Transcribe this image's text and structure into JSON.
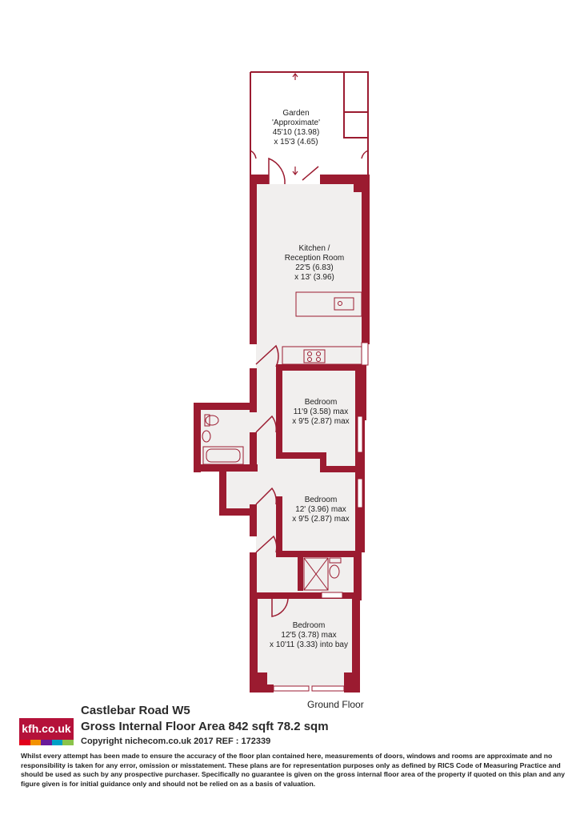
{
  "rooms": [
    {
      "id": "garden",
      "lines": [
        "Garden",
        "'Approximate'",
        "45'10 (13.98)",
        "x 15'3 (4.65)"
      ]
    },
    {
      "id": "kitchen",
      "lines": [
        "Kitchen /",
        "Reception Room",
        "22'5 (6.83)",
        "x 13' (3.96)"
      ]
    },
    {
      "id": "bedroom1",
      "lines": [
        "Bedroom",
        "11'9 (3.58) max",
        "x 9'5 (2.87) max"
      ]
    },
    {
      "id": "bedroom2",
      "lines": [
        "Bedroom",
        "12' (3.96) max",
        "x 9'5 (2.87) max"
      ]
    },
    {
      "id": "bedroom3",
      "lines": [
        "Bedroom",
        "12'5 (3.78) max",
        "x 10'11 (3.33) into bay"
      ]
    }
  ],
  "floor_label": "Ground Floor",
  "brand": {
    "logo_text": "kfh.co.uk",
    "logo_color": "#b5123a",
    "strip_colors": [
      "#e2001a",
      "#f39200",
      "#6a1b9a",
      "#00a0c6",
      "#8bc34a"
    ]
  },
  "title": "Castlebar Road  W5",
  "area": "Gross Internal Floor Area 842 sqft 78.2 sqm",
  "copyright": "Copyright nichecom.co.uk 2017 REF : 172339",
  "disclaimer": "Whilst every attempt has been made to ensure the accuracy of the floor plan contained here, measurements of doors, windows and rooms are approximate and no responsibility is taken for any error, omission or misstatement.  These plans are for representation purposes only as defined by RICS Code of Measuring Practice and should be used as such by any prospective purchaser.  Specifically no guarantee is given on the gross internal floor area of the property if quoted on this plan and any figure given is for initial guidance only and should not be relied on as a basis of valuation.",
  "colors": {
    "wall": "#9b1b30",
    "floor": "#f1efee"
  }
}
